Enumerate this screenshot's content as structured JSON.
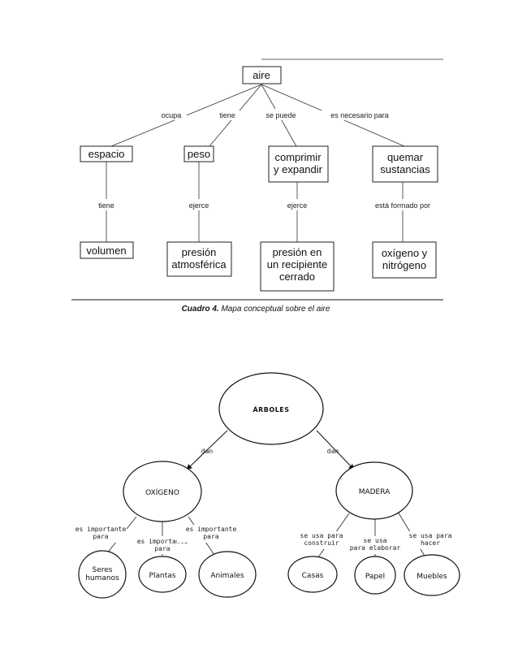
{
  "map1": {
    "root": "aire",
    "links": [
      "ocupa",
      "tiene",
      "se puede",
      "es necesario para"
    ],
    "level1": [
      "espacio",
      "peso",
      "comprimir\ny expandir",
      "quemar\nsustancias"
    ],
    "sublinks": [
      "tiene",
      "ejerce",
      "ejerce",
      "está formado por"
    ],
    "level2": [
      "volumen",
      "presión\natmosférica",
      "presión en\nun recipiente\ncerrado",
      "oxígeno y\nnitrógeno"
    ],
    "caption_bold": "Cuadro 4.",
    "caption_text": " Mapa conceptual sobre el aire"
  },
  "map2": {
    "root": "ÁRBOLES",
    "links": [
      "dan",
      "dan"
    ],
    "level1": [
      "OXÍGENO",
      "MADERA"
    ],
    "sublinks": [
      "es importante\npara",
      "es importante\npara",
      "es importante\npara",
      "se usa para\nconstruir",
      "se usa\npara elaborar",
      "se usa para\nhacer"
    ],
    "leaves": [
      "Seres\nhumanos",
      "Plantas",
      "Animales",
      "Casas",
      "Papel",
      "Muebles"
    ]
  }
}
